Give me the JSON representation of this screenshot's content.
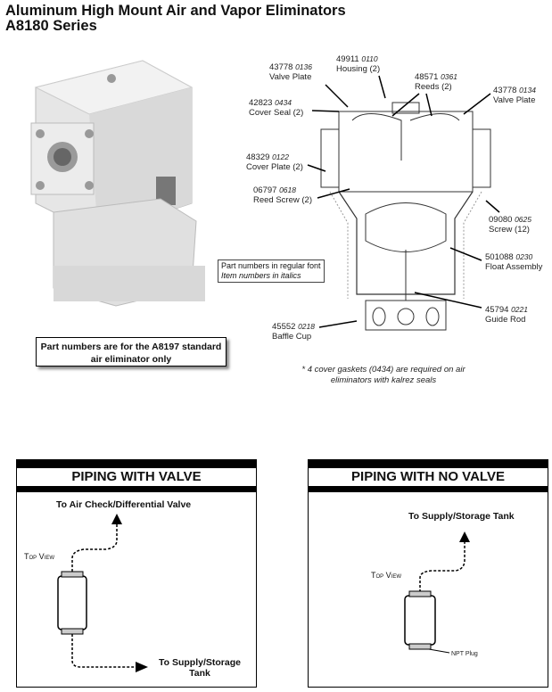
{
  "title": {
    "line1": "Aluminum High Mount Air and Vapor Eliminators",
    "line2": "A8180 Series"
  },
  "callouts": [
    {
      "part": "43778",
      "item": "0136",
      "name": "Valve Plate"
    },
    {
      "part": "49911",
      "item": "0110",
      "name": "Housing (2)"
    },
    {
      "part": "48571",
      "item": "0361",
      "name": "Reeds (2)"
    },
    {
      "part": "43778",
      "item": "0134",
      "name": "Valve Plate"
    },
    {
      "part": "42823",
      "item": "0434",
      "name": "Cover Seal (2)"
    },
    {
      "part": "48329",
      "item": "0122",
      "name": "Cover Plate (2)"
    },
    {
      "part": "06797",
      "item": "0618",
      "name": "Reed Screw (2)"
    },
    {
      "part": "09080",
      "item": "0625",
      "name": "Screw (12)"
    },
    {
      "part": "501088",
      "item": "0230",
      "name": "Float Assembly"
    },
    {
      "part": "45794",
      "item": "0221",
      "name": "Guide Rod"
    },
    {
      "part": "45552",
      "item": "0218",
      "name": "Baffle Cup"
    }
  ],
  "legend": {
    "regular": "Part numbers in regular font",
    "italic": "Item numbers in italics"
  },
  "standard_note": {
    "line1": "Part numbers are for the A8197 standard",
    "line2": "air eliminator only"
  },
  "footnote": {
    "line1": "* 4 cover gaskets (0434) are required on air",
    "line2": "eliminators with kalrez seals"
  },
  "piping_valve": {
    "title": "PIPING WITH VALVE",
    "to_valve": "To Air Check/Differential Valve",
    "top_view": "Top View",
    "to_tank_1": "To Supply/Storage",
    "to_tank_2": "Tank"
  },
  "piping_no_valve": {
    "title": "PIPING WITH NO VALVE",
    "to_tank": "To Supply/Storage Tank",
    "top_view": "Top View",
    "plug": "NPT Plug"
  }
}
